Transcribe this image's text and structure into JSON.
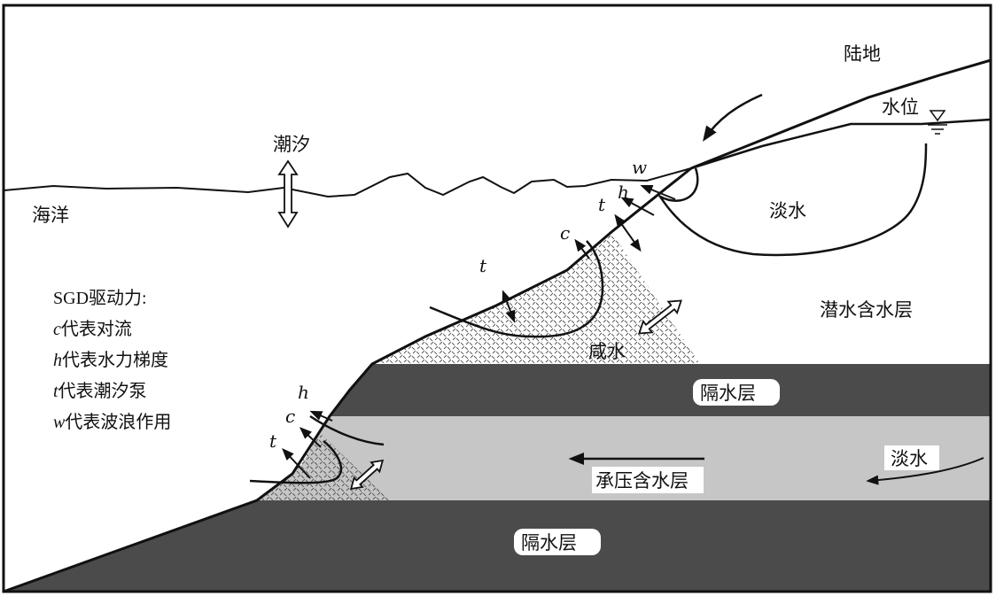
{
  "labels": {
    "land": "陆地",
    "water_table": "水位",
    "tide": "潮汐",
    "ocean": "海洋",
    "fresh_water_upper": "淡水",
    "unconfined_aquifer": "潜水含水层",
    "saline_water": "咸水",
    "aquitard_upper": "隔水层",
    "aquitard_lower": "隔水层",
    "confined_aquifer": "承压含水层",
    "fresh_water_lower": "淡水",
    "w": "w",
    "h": "h",
    "t": "t",
    "c": "c"
  },
  "legend": {
    "title": "SGD驱动力:",
    "items": [
      {
        "symbol": "c",
        "text": "代表对流"
      },
      {
        "symbol": "h",
        "text": "代表水力梯度"
      },
      {
        "symbol": "t",
        "text": "代表潮汐泵"
      },
      {
        "symbol": "w",
        "text": "代表波浪作用"
      }
    ]
  },
  "colors": {
    "aquitard": "#4b4b4b",
    "confined": "#c6c6c6",
    "line": "#111111"
  }
}
